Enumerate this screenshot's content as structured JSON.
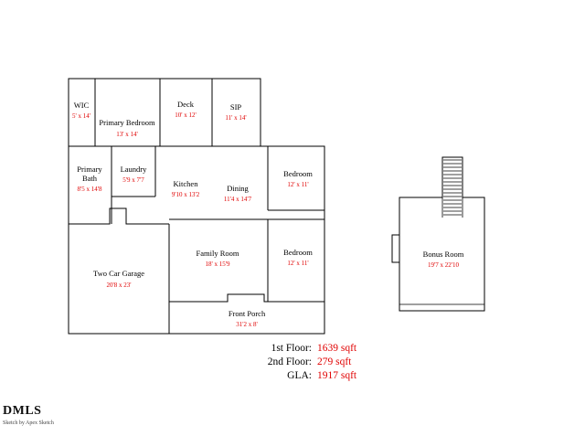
{
  "colors": {
    "wall": "#000000",
    "room_name": "#000000",
    "dimension_text": "#e00000",
    "summary_value_text": "#e00000",
    "background": "#ffffff"
  },
  "rooms": [
    {
      "id": "wic",
      "name": "WIC",
      "dims": "5' x 14'"
    },
    {
      "id": "primary-bedroom",
      "name": "Primary Bedroom",
      "dims": "13' x 14'"
    },
    {
      "id": "deck",
      "name": "Deck",
      "dims": "10' x 12'"
    },
    {
      "id": "sip",
      "name": "SIP",
      "dims": "11' x 14'"
    },
    {
      "id": "primary-bath",
      "name_line1": "Primary",
      "name_line2": "Bath",
      "dims": "8'5 x 14'8"
    },
    {
      "id": "laundry",
      "name": "Laundry",
      "dims": "5'9 x 7'7"
    },
    {
      "id": "kitchen",
      "name": "Kitchen",
      "dims": "9'10 x 13'2"
    },
    {
      "id": "dining",
      "name": "Dining",
      "dims": "11'4 x 14'7"
    },
    {
      "id": "bedroom-top-right",
      "name": "Bedroom",
      "dims": "12' x 11'"
    },
    {
      "id": "family-room",
      "name": "Family Room",
      "dims": "18' x 15'9"
    },
    {
      "id": "bedroom-bottom-right",
      "name": "Bedroom",
      "dims": "12' x 11'"
    },
    {
      "id": "two-car-garage",
      "name": "Two Car Garage",
      "dims": "20'8 x 23'"
    },
    {
      "id": "front-porch",
      "name": "Front Porch",
      "dims": "31'2 x 8'"
    },
    {
      "id": "bonus-room",
      "name": "Bonus Room",
      "dims": "19'7 x 22'10"
    }
  ],
  "summary": {
    "rows": [
      {
        "label": "1st Floor:",
        "value": "1639 sqft"
      },
      {
        "label": "2nd Floor:",
        "value": "279 sqft"
      },
      {
        "label": "GLA:",
        "value": "1917 sqft"
      }
    ]
  },
  "footer": {
    "brand": "DMLS",
    "credit": "Sketch by Apex Sketch"
  }
}
